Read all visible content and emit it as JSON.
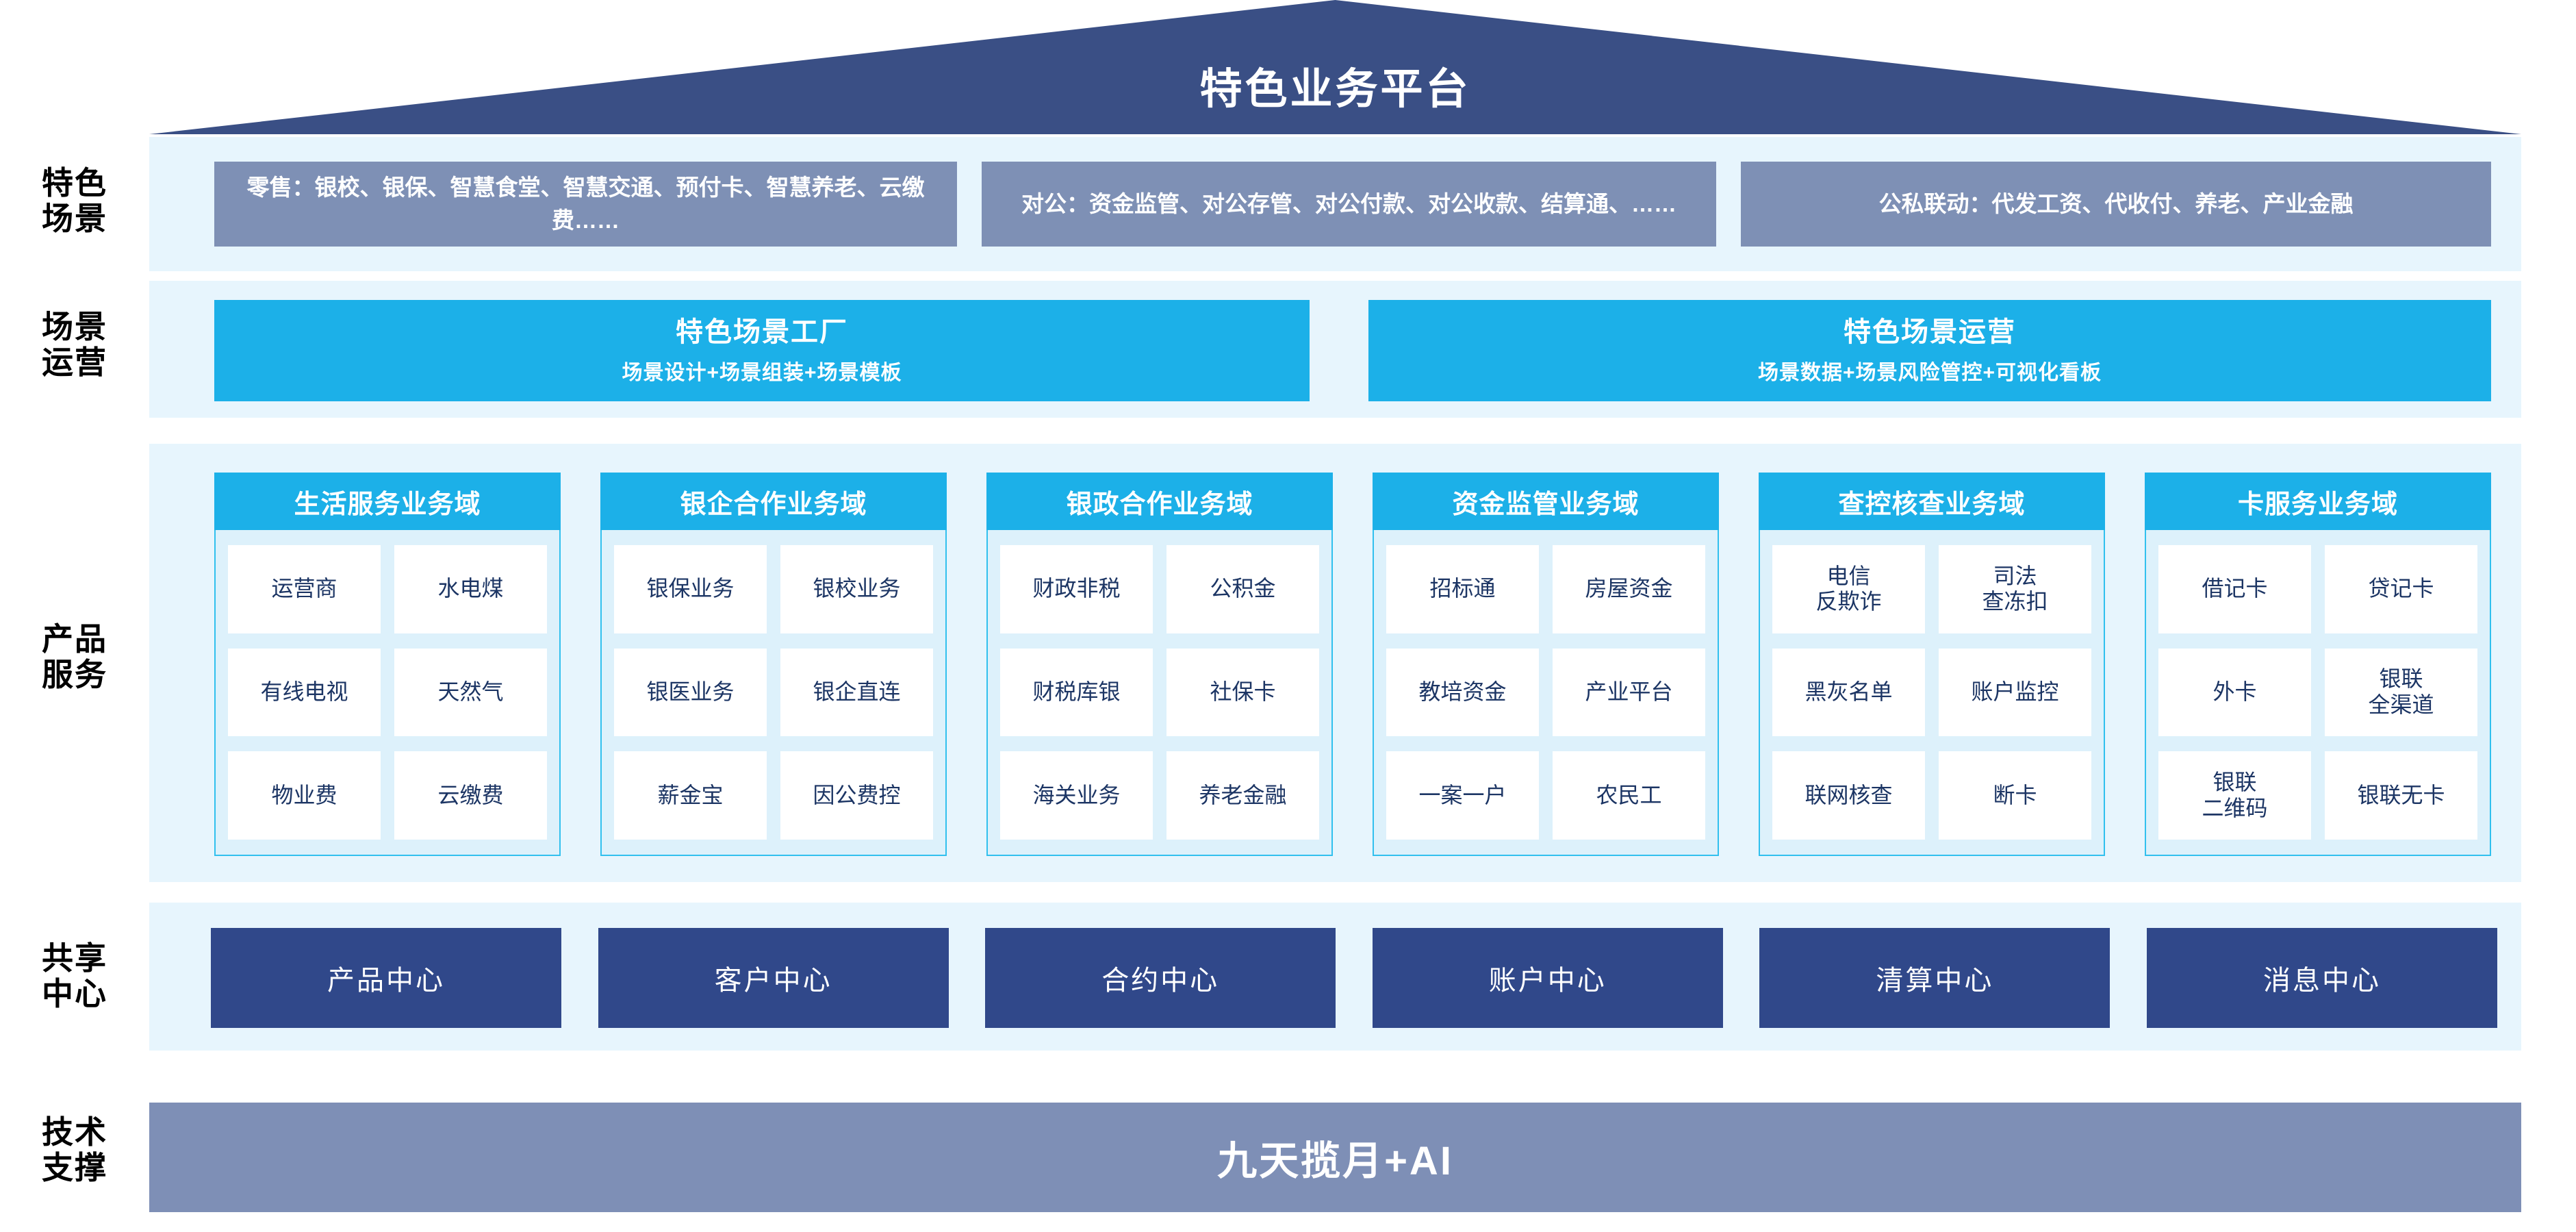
{
  "header": {
    "title": "特色业务平台"
  },
  "colors": {
    "roof_navy": "#3a4f85",
    "band_light": "#e7f5fd",
    "scene_slate": "#7e90b5",
    "cyan": "#1cb0e8",
    "cyan_border": "#31c0ee",
    "cell_white": "#ffffff",
    "cell_text_navy": "#1c3564",
    "center_navy": "#30488a",
    "support_gray_blue": "#7e8fb6"
  },
  "rail": {
    "labels": [
      {
        "id": "scenes",
        "text": "特色\n场景"
      },
      {
        "id": "scene-ops",
        "text": "场景\n运营"
      },
      {
        "id": "product-services",
        "text": "产品\n服务"
      },
      {
        "id": "shared-centers",
        "text": "共享\n中心"
      },
      {
        "id": "tech-support",
        "text": "技术\n支撑"
      }
    ]
  },
  "scenes": {
    "chips": [
      {
        "id": "retail",
        "text": "零售：银校、银保、智慧食堂、智慧交通、预付卡、智慧养老、云缴费……"
      },
      {
        "id": "corporate",
        "text": "对公：资金监管、对公存管、对公付款、对公收款、结算通、……"
      },
      {
        "id": "public-private",
        "text": "公私联动：代发工资、代收付、养老、产业金融"
      }
    ]
  },
  "scene_operations": {
    "chips": [
      {
        "id": "scene-factory",
        "title": "特色场景工厂",
        "subtitle": "场景设计+场景组装+场景模板"
      },
      {
        "id": "scene-operation",
        "title": "特色场景运营",
        "subtitle": "场景数据+场景风险管控+可视化看板"
      }
    ]
  },
  "product_services": {
    "columns": [
      {
        "id": "life-service",
        "header": "生活服务业务域",
        "cells": [
          "运营商",
          "水电煤",
          "有线电视",
          "天然气",
          "物业费",
          "云缴费"
        ]
      },
      {
        "id": "bank-enterprise",
        "header": "银企合作业务域",
        "cells": [
          "银保业务",
          "银校业务",
          "银医业务",
          "银企直连",
          "薪金宝",
          "因公费控"
        ]
      },
      {
        "id": "bank-government",
        "header": "银政合作业务域",
        "cells": [
          "财政非税",
          "公积金",
          "财税库银",
          "社保卡",
          "海关业务",
          "养老金融"
        ]
      },
      {
        "id": "fund-supervision",
        "header": "资金监管业务域",
        "cells": [
          "招标通",
          "房屋资金",
          "教培资金",
          "产业平台",
          "一案一户",
          "农民工"
        ]
      },
      {
        "id": "inspection-verification",
        "header": "查控核查业务域",
        "cells": [
          "电信\n反欺诈",
          "司法\n查冻扣",
          "黑灰名单",
          "账户监控",
          "联网核查",
          "断卡"
        ]
      },
      {
        "id": "card-service",
        "header": "卡服务业务域",
        "cells": [
          "借记卡",
          "贷记卡",
          "外卡",
          "银联\n全渠道",
          "银联\n二维码",
          "银联无卡"
        ]
      }
    ]
  },
  "shared_centers": {
    "chips": [
      {
        "id": "product-center",
        "text": "产品中心"
      },
      {
        "id": "customer-center",
        "text": "客户中心"
      },
      {
        "id": "contract-center",
        "text": "合约中心"
      },
      {
        "id": "account-center",
        "text": "账户中心"
      },
      {
        "id": "settlement-center",
        "text": "清算中心"
      },
      {
        "id": "message-center",
        "text": "消息中心"
      }
    ]
  },
  "tech_support": {
    "label": "九天揽月+AI"
  }
}
